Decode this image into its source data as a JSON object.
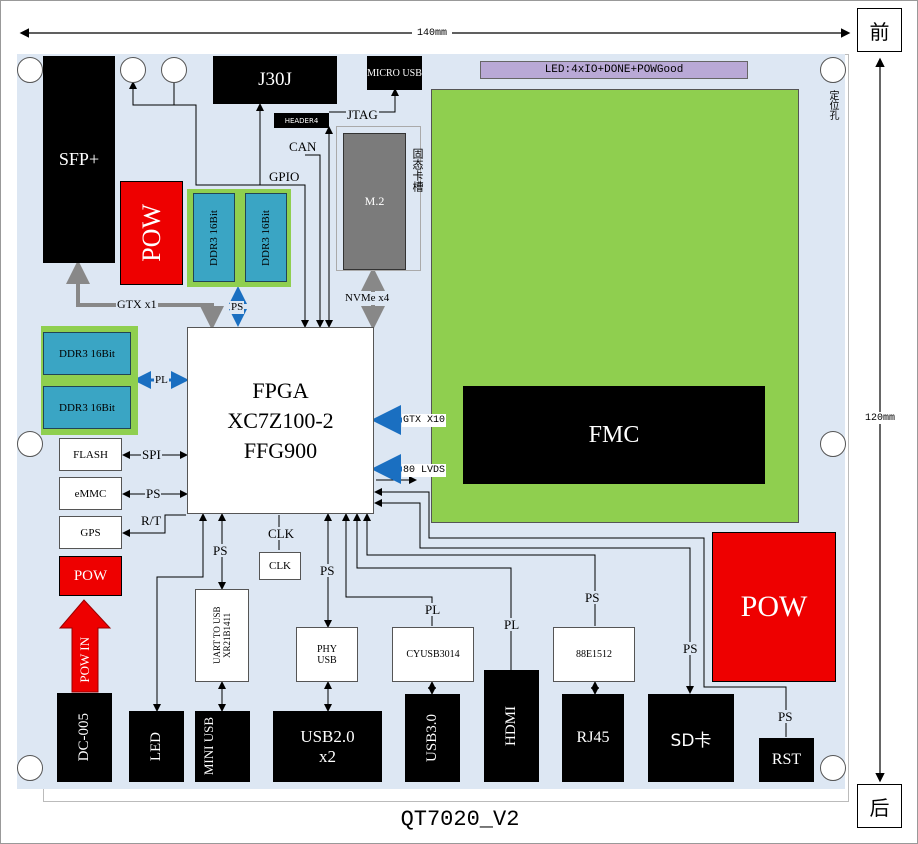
{
  "dimension": {
    "width": "140mm",
    "height": "120mm"
  },
  "orientation": {
    "front": "前",
    "back": "后"
  },
  "title": "QT7020_V2",
  "led_bar": "LED:4xIO+DONE+POWGood",
  "locator_label": "定位孔",
  "fpga": {
    "line1": "FPGA",
    "line2": "XC7Z100-2",
    "line3": "FFG900"
  },
  "blocks": {
    "sfp": "SFP+",
    "j30j": "J30J",
    "micro_usb": "MICRO USB",
    "header4": "HEADER4",
    "m2": "M.2",
    "m2_note": "固态卡槽",
    "pow_top": "POW",
    "ddr3_label": "DDR3 16Bit",
    "flash": "FLASH",
    "emmc": "eMMC",
    "gps": "GPS",
    "pow_left": "POW",
    "pow_in": "POW IN",
    "clk": "CLK",
    "uart_usb": "UART TO USB XR21B1411",
    "phy_usb": "PHY USB",
    "cyusb": "CYUSB3014",
    "phy_eth": "88E1512",
    "fmc": "FMC",
    "pow_right": "POW",
    "dc": "DC-005",
    "led": "LED",
    "mini_usb": "MINI USB",
    "usb2": "USB2.0 x2",
    "usb3": "USB3.0",
    "hdmi": "HDMI",
    "rj45": "RJ45",
    "sd": "SD卡",
    "rst": "RST"
  },
  "labels": {
    "jtag": "JTAG",
    "can": "CAN",
    "gpio": "GPIO",
    "gtx1": "GTX x1",
    "ps_ddr": "PS",
    "nvme": "NVMe x4",
    "pl_ddr": "PL",
    "spi": "SPI",
    "ps_emmc": "PS",
    "rt": "R/T",
    "clk": "CLK",
    "ps_uart": "PS",
    "ps_phy": "PS",
    "pl_cyusb": "PL",
    "pl_hdmi": "PL",
    "ps_eth": "PS",
    "ps_sd": "PS",
    "ps_rst": "PS",
    "gtx10": "GTX X10",
    "lvds": "80 LVDS"
  }
}
